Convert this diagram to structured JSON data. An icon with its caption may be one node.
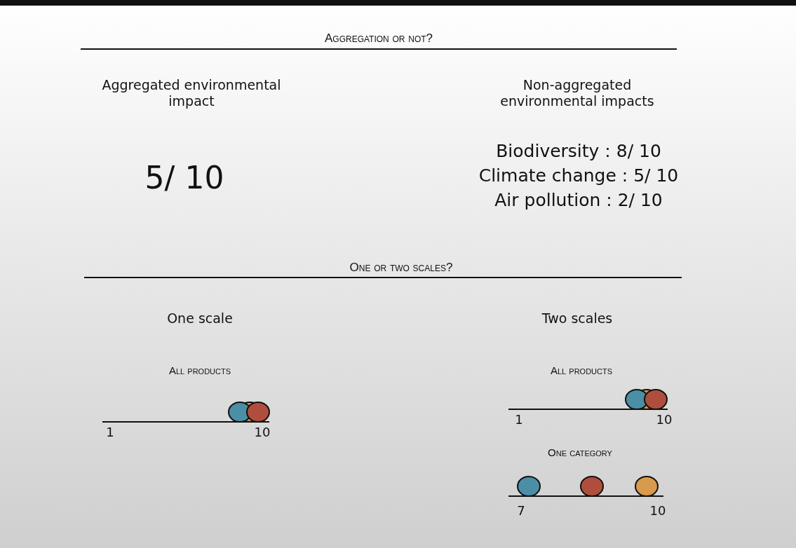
{
  "diagram": {
    "labels": [
      "Aggregation or not?",
      "Aggregated environmental impact",
      "Non-aggregated environmental impacts",
      "5/ 10",
      "Biodiversity : 8/ 10",
      "Climate change : 5/ 10",
      "Air pollution : 2/ 10",
      "One or two scales?",
      "One scale",
      "Two scales",
      "All products",
      "1",
      "10",
      "All products",
      "1",
      "10",
      "One category",
      "7",
      "10"
    ]
  }
}
